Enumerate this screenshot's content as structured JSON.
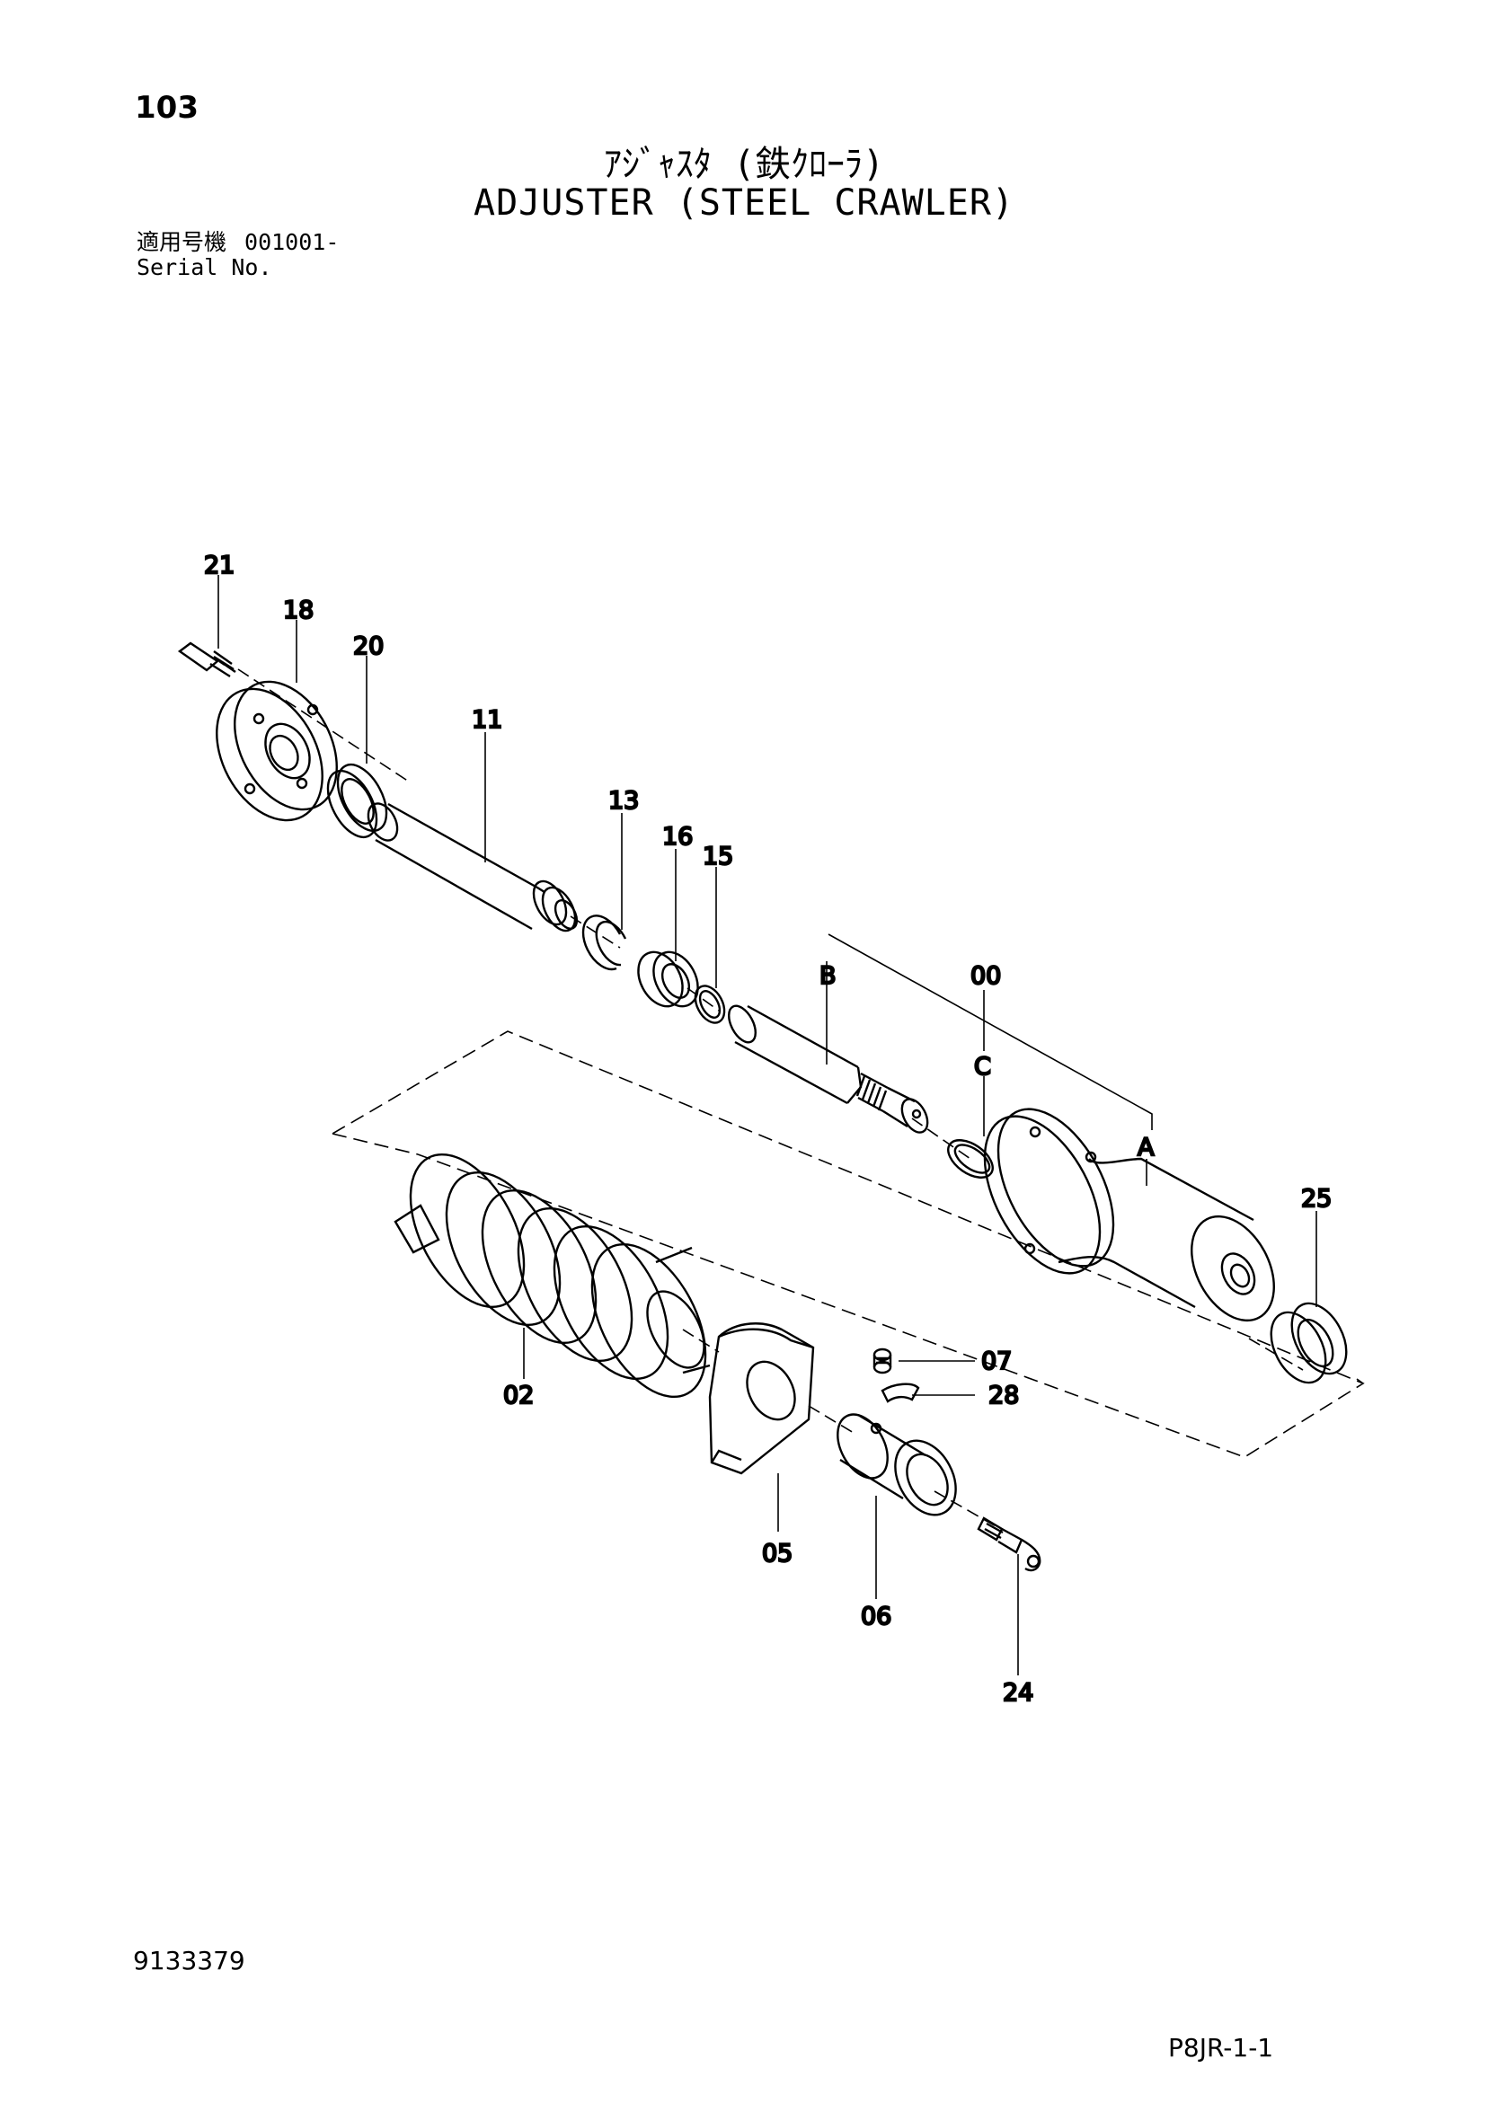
{
  "header": {
    "page_number": "103",
    "title_jp": "ｱｼﾞｬｽﾀ (鉄ｸﾛｰﾗ)",
    "title_en": "ADJUSTER (STEEL CRAWLER)",
    "serial_label_jp": "適用号機",
    "serial_value": "001001-",
    "serial_label_en": "Serial No."
  },
  "callouts": {
    "c21": "21",
    "c18": "18",
    "c20": "20",
    "c11": "11",
    "c13": "13",
    "c16": "16",
    "c15": "15",
    "cB": "B",
    "c00": "00",
    "cC": "C",
    "cA": "A",
    "c25": "25",
    "c07": "07",
    "c28": "28",
    "c02": "02",
    "c05": "05",
    "c06": "06",
    "c24": "24"
  },
  "footer": {
    "document_number": "9133379",
    "sheet_code": "P8JR-1-1"
  }
}
